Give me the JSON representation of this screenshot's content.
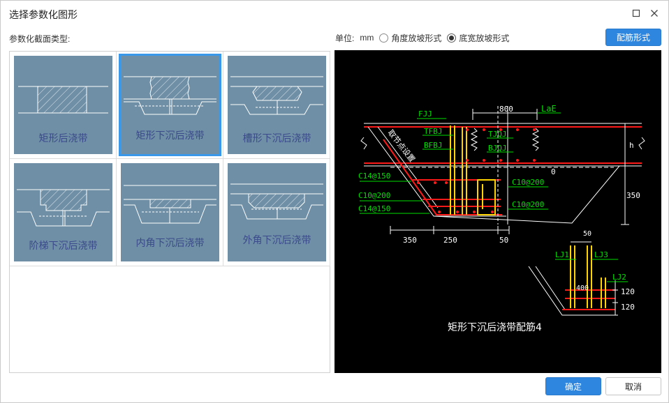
{
  "window": {
    "title": "选择参数化图形"
  },
  "left": {
    "section_label": "参数化截面类型:"
  },
  "tiles": [
    {
      "label": "矩形后浇带"
    },
    {
      "label": "矩形下沉后浇带"
    },
    {
      "label": "槽形下沉后浇带"
    },
    {
      "label": "阶梯下沉后浇带"
    },
    {
      "label": "内角下沉后浇带"
    },
    {
      "label": "外角下沉后浇带"
    }
  ],
  "unit": {
    "label": "单位:",
    "value": "mm",
    "options": [
      {
        "label": "角度放坡形式",
        "selected": false
      },
      {
        "label": "底宽放坡形式",
        "selected": true
      }
    ]
  },
  "buttons": {
    "rebar_form": "配筋形式",
    "ok": "确定",
    "cancel": "取消"
  },
  "preview": {
    "title": "矩形下沉后浇带配筋4",
    "dims": {
      "d800": "800",
      "d350_right": "350",
      "d350_bottom": "350",
      "d250": "250",
      "d50_bottom": "50",
      "d50_detail": "50",
      "d400": "400",
      "d120_a": "120",
      "d120_b": "120",
      "zero": "0"
    },
    "labels": {
      "fjj": "FJJ",
      "lae": "LaE",
      "tfbj": "TFBJ",
      "bfbj": "BFBJ",
      "tjqj": "TJQJ",
      "bjqj": "BJQJ",
      "h": "h",
      "slab_note": "取节点设置",
      "c14_150_a": "C14@150",
      "c10_200_a": "C10@200",
      "c14_150_b": "C14@150",
      "c10_200_r1": "C10@200",
      "c10_200_r2": "C10@200",
      "lj1": "LJ1",
      "lj2": "LJ2",
      "lj3": "LJ3"
    },
    "colors": {
      "line": "#ffffff",
      "rebar": "#ff1a1a",
      "stirrup": "#ffd400",
      "label": "#00e000"
    }
  },
  "colors": {
    "accent": "#2f86de",
    "thumb_bg": "#6f8fa6",
    "selected_border": "#3a98ea"
  }
}
